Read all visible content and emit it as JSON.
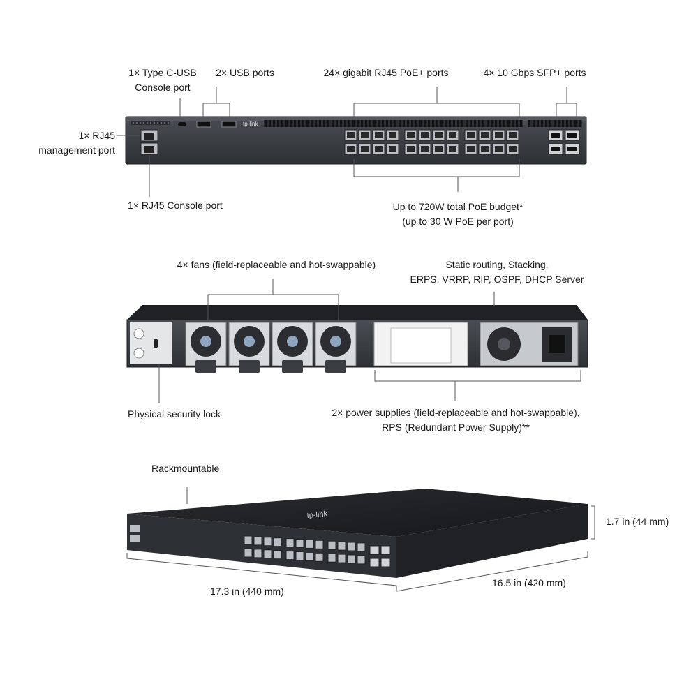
{
  "front_view": {
    "labels": {
      "type_c_console": [
        "1× Type C-USB",
        "Console port"
      ],
      "usb_ports": "2× USB ports",
      "rj45_poe_ports": "24× gigabit RJ45 PoE+ ports",
      "sfp_ports": "4× 10 Gbps SFP+ ports",
      "rj45_management": [
        "1× RJ45",
        "management port"
      ],
      "rj45_console": "1× RJ45 Console port",
      "poe_budget": [
        "Up to 720W total PoE budget*",
        "(up to 30 W PoE per port)"
      ]
    },
    "brand_logo": "tp-link"
  },
  "rear_view": {
    "labels": {
      "fans": "4× fans (field-replaceable and hot-swappable)",
      "features": [
        "Static routing, Stacking,",
        "ERPS, VRRP, RIP, OSPF, DHCP Server"
      ],
      "security_lock": "Physical security lock",
      "power_supplies": [
        "2× power supplies (field-replaceable and hot-swappable),",
        "RPS (Redundant Power Supply)**"
      ]
    }
  },
  "iso_view": {
    "labels": {
      "rackmountable": "Rackmountable",
      "height": "1.7 in (44 mm)",
      "width": "17.3 in (440 mm)",
      "depth": "16.5 in (420 mm)"
    }
  },
  "colors": {
    "chassis": "#3a3d42",
    "chassis_dark": "#1f2124",
    "port": "#b9bec4",
    "line": "#555555"
  }
}
